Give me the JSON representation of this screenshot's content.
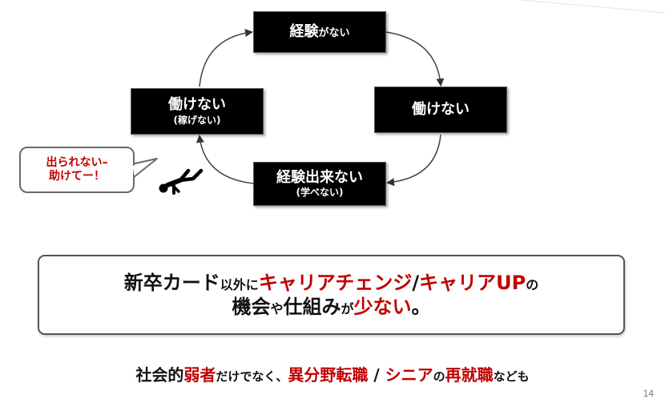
{
  "cycle": {
    "top": {
      "main_big": "経験",
      "main_small": "がない"
    },
    "right": {
      "main": "働けない"
    },
    "bottom": {
      "main": "経験出来ない",
      "sub": "(学べない)"
    },
    "left": {
      "main": "働けない",
      "sub": "(稼げない)"
    }
  },
  "bubble": {
    "line1": "出られない–",
    "line2": "助けてー！"
  },
  "figure": {
    "icon": "fallen-person-icon"
  },
  "banner": {
    "line1": {
      "a": "新卒カード",
      "b": "以外に",
      "c": "キャリアチェンジ",
      "d": "/",
      "e": "キャリアUP",
      "f": "の"
    },
    "line2": {
      "a": "機会",
      "b": "や",
      "c": "仕組み",
      "d": "が",
      "e": "少ない",
      "f": "。"
    }
  },
  "bottom": {
    "a": "社会的",
    "b": "弱者",
    "c": "だけでなく、",
    "d": "異分野転職",
    "e": " / ",
    "f": "シニア",
    "g": "の",
    "h": "再就職",
    "i": "なども"
  },
  "page_number": "14",
  "colors": {
    "accent_red": "#c00000",
    "box_black": "#000000"
  }
}
